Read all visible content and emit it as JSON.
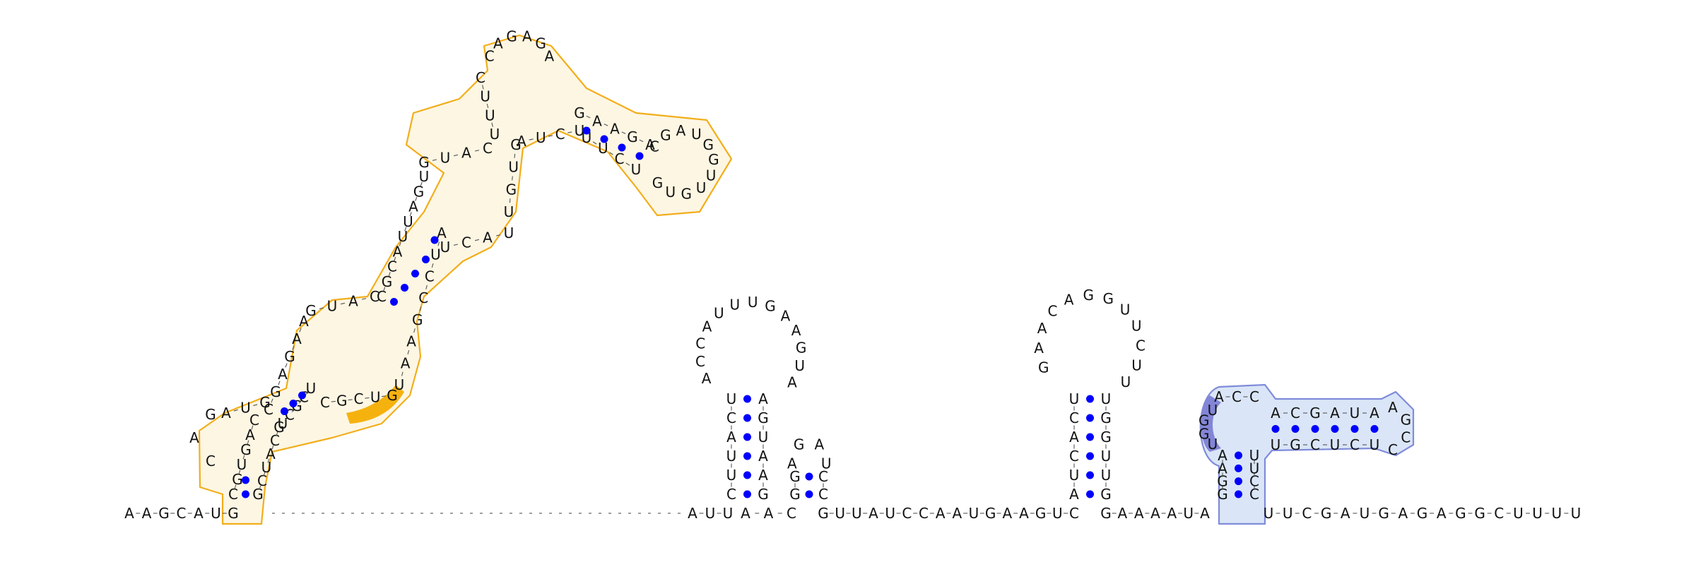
{
  "diagram": {
    "baseline": {
      "left": "A-A-G-C-A-U-G",
      "mid1": "A-U-U",
      "mid2": "A-A-C",
      "mid3": "G-U-U-A-U-C-C-A-A-U-G-A-A-G-U-C",
      "mid4": "G-A-A-A-A-U-A",
      "right": "U-U-C-G-A-U-G-A-G-A-G-G-C-U-U-U-U"
    },
    "stem1": {
      "left_strand": "C-G-U-G-A-C",
      "right_strand": "G-C-U-A-C-G",
      "tail": [
        "C-A-G",
        "A-U-G",
        "G-U-A-C",
        "C-G-C-U-G"
      ],
      "loop_top": "C-A-G-A-G-A",
      "upper": [
        "U-U-U-C",
        "A-U-C-U",
        "U-U-C-U",
        "G-U-G-U",
        "C-G-A",
        "A-G-A-G"
      ]
    },
    "hairpin2": {
      "stem_left": "C-U-U-A-C-U",
      "stem_right": "G-A-A-U-G-A",
      "loop": "A-C-C-A-U-U-U-G-A-A-G-U-A",
      "small_left": "G-G",
      "small_right": "C-C",
      "small_loop": "A-G-A-U"
    },
    "hairpin3": {
      "stem_left": "A-U-C-A-C-U",
      "stem_right": "G-U-U-G-G-U",
      "loop": "G-A-A-C-A-G-G-U-U-C-U-U"
    },
    "pseudoknot": {
      "stem_left": "G-G-A-A",
      "stem_right": "C-C-U-U",
      "top_strand": "A-C-G-A-U-A",
      "bottom_strand": "U-G-C-U-C-U",
      "loop_left": "U-G-G-U",
      "loop_top": "A-C-C",
      "loop_right": "A-G-C-C"
    },
    "colors": {
      "stem1_outline": "#f2ae1b",
      "stem1_fill": "#fdf6e3",
      "stem1_highlight": "#f5b20f",
      "pseudoknot_outline": "#7f8bd9",
      "pseudoknot_fill": "#dae6f7",
      "pseudoknot_highlight": "#8385d6",
      "bond_dot": "#0000ff"
    }
  }
}
